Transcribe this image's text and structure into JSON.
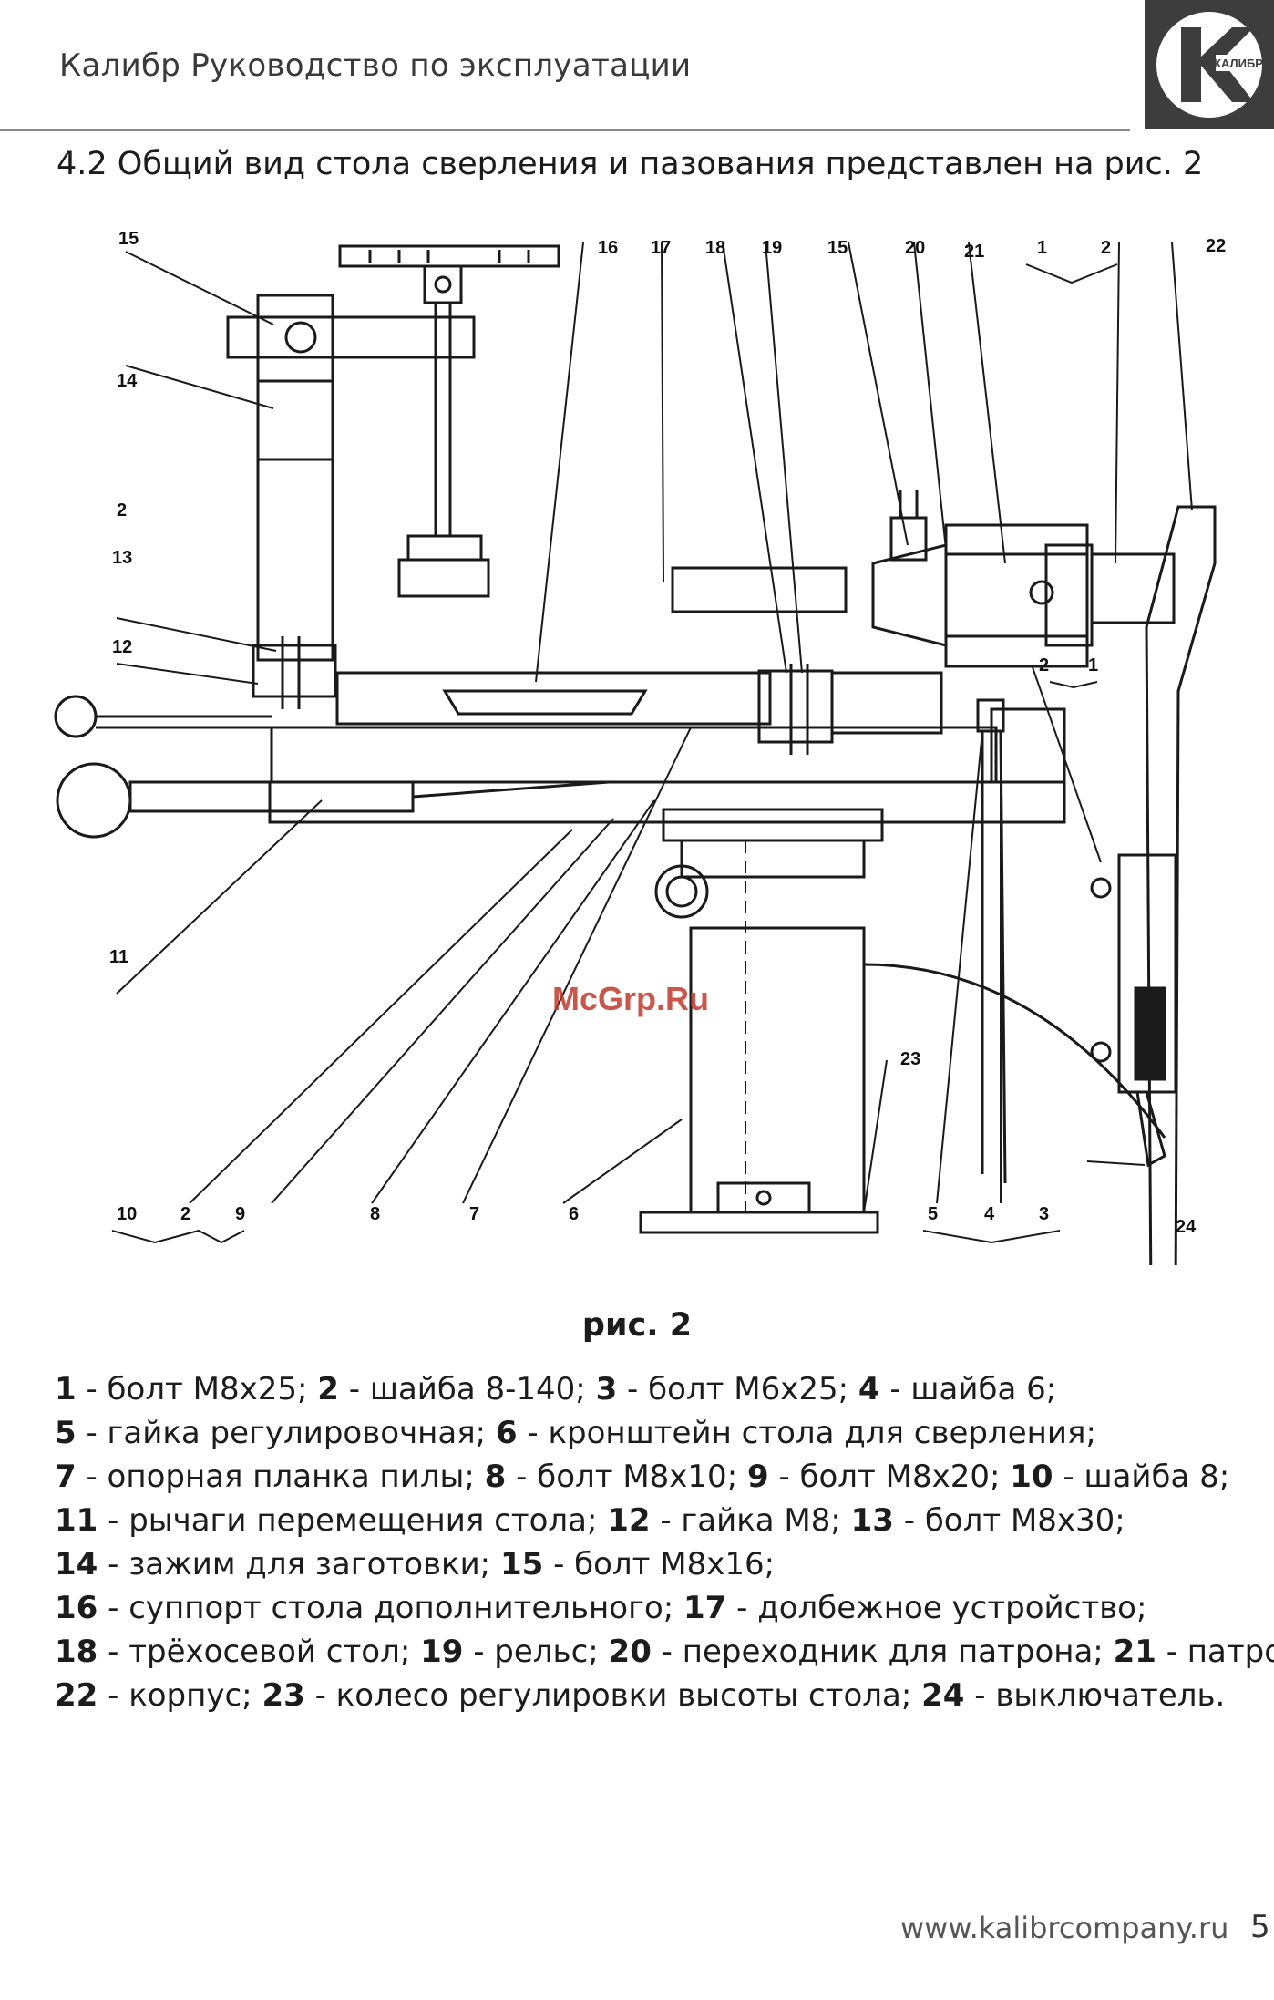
{
  "header": {
    "title": "Калибр Руководство по эксплуатации",
    "logo_text": "КАЛИБР"
  },
  "section": {
    "heading": "4.2 Общий вид стола сверления и пазования представлен на рис. 2"
  },
  "figure": {
    "watermark": "McGrp.Ru",
    "callouts_top": [
      "15",
      "16",
      "17",
      "18",
      "19",
      "15",
      "20",
      "21",
      "1",
      "2",
      "22"
    ],
    "callouts_left": [
      "14",
      "2",
      "13",
      "12",
      "11"
    ],
    "callouts_right": [
      "2",
      "1",
      "23",
      "24"
    ],
    "callouts_bottom": [
      "10",
      "2",
      "9",
      "8",
      "7",
      "6",
      "5",
      "4",
      "3"
    ],
    "caption": "рис. 2"
  },
  "legend": [
    [
      {
        "num": "1",
        "text": " - болт М8х25; "
      },
      {
        "num": "2",
        "text": " - шайба 8-140; "
      },
      {
        "num": "3",
        "text": " - болт М6х25; "
      },
      {
        "num": "4",
        "text": " - шайба 6;"
      }
    ],
    [
      {
        "num": "5",
        "text": " - гайка регулировочная; "
      },
      {
        "num": "6",
        "text": " - кронштейн стола для сверления;"
      }
    ],
    [
      {
        "num": "7",
        "text": " - опорная планка пилы; "
      },
      {
        "num": "8",
        "text": " - болт М8х10; "
      },
      {
        "num": "9",
        "text": " - болт М8х20; "
      },
      {
        "num": "10",
        "text": " - шайба 8;"
      }
    ],
    [
      {
        "num": "11",
        "text": " - рычаги перемещения стола; "
      },
      {
        "num": "12",
        "text": " - гайка М8; "
      },
      {
        "num": "13",
        "text": " - болт М8х30;"
      }
    ],
    [
      {
        "num": "14",
        "text": " - зажим для заготовки; "
      },
      {
        "num": "15",
        "text": " - болт М8х16;"
      }
    ],
    [
      {
        "num": "16",
        "text": " - суппорт стола дополнительного; "
      },
      {
        "num": "17",
        "text": " - долбежное устройство;"
      }
    ],
    [
      {
        "num": "18",
        "text": " - трёхосевой стол; "
      },
      {
        "num": "19",
        "text": " - рельс; "
      },
      {
        "num": "20",
        "text": " - переходник для патрона; "
      },
      {
        "num": "21",
        "text": " - патрон;"
      }
    ],
    [
      {
        "num": "22",
        "text": " - корпус; "
      },
      {
        "num": "23",
        "text": " - колесо регулировки высоты стола; "
      },
      {
        "num": "24",
        "text": " - выключатель."
      }
    ]
  ],
  "footer": {
    "url": "www.kalibrcompany.ru",
    "page": "5"
  },
  "colors": {
    "text": "#1c1c1c",
    "logo_bg": "#3d3d3d",
    "watermark": "#c0392b",
    "drawing": "#1a1a1a"
  }
}
